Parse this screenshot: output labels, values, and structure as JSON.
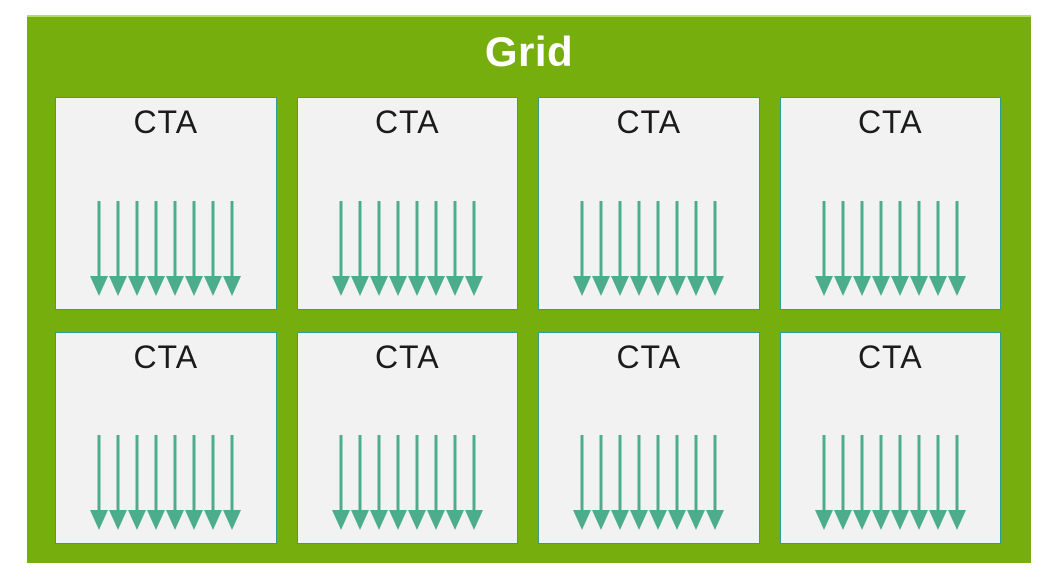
{
  "diagram": {
    "title": "Grid",
    "layout": {
      "rows": 2,
      "columns": 4
    },
    "cells": [
      {
        "label": "CTA",
        "arrows": 8
      },
      {
        "label": "CTA",
        "arrows": 8
      },
      {
        "label": "CTA",
        "arrows": 8
      },
      {
        "label": "CTA",
        "arrows": 8
      },
      {
        "label": "CTA",
        "arrows": 8
      },
      {
        "label": "CTA",
        "arrows": 8
      },
      {
        "label": "CTA",
        "arrows": 8
      },
      {
        "label": "CTA",
        "arrows": 8
      }
    ],
    "colors": {
      "grid_background": "#75AE0D",
      "grid_top_edge": "#B5DA6A",
      "cell_background": "#F2F2F2",
      "cell_border": "#2F9E8F",
      "arrow": "#4CAD8D",
      "title_text": "#FFFFFF",
      "cell_label_text": "#1B1B1B",
      "page_background": "#FFFFFF"
    }
  }
}
